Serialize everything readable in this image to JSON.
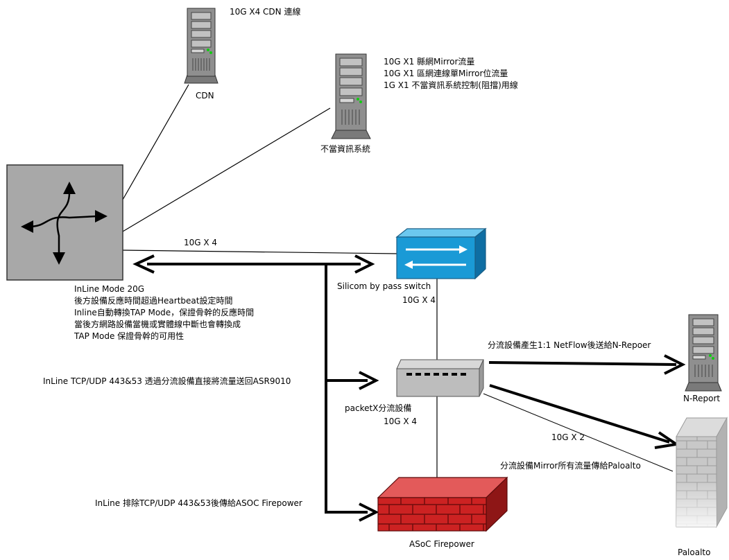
{
  "nodes": {
    "cdn": {
      "label": "CDN",
      "note": "10G X4 CDN 連線"
    },
    "improper": {
      "label": "不當資訊系統",
      "notes": [
        "10G X1 縣網Mirror流量",
        "10G X1 區網連線單Mirror位流量",
        "1G X1 不當資訊系統控制(阻擋)用線"
      ]
    },
    "router": {
      "notes": [
        "InLine Mode 20G",
        "後方設備反應時間超過Heartbeat設定時間",
        "Inline自動轉換TAP Mode，保證骨幹的反應時間",
        "當後方網路設備當機或實體線中斷也會轉換成",
        "TAP Mode 保證骨幹的可用性"
      ]
    },
    "bypass": {
      "label": "Silicom by pass switch"
    },
    "packetx": {
      "label": "packetX分流設備"
    },
    "nreport": {
      "label": "N-Report"
    },
    "paloalto": {
      "label": "Paloalto"
    },
    "firepower": {
      "label": "ASoC Firepower"
    }
  },
  "links": {
    "router_bypass": "10G X 4",
    "bypass_packetx": "10G X 4",
    "packetx_firepower": "10G X 4",
    "packetx_paloalto": "10G X 2"
  },
  "flows": {
    "to_nreport": "分流設備產生1:1 NetFlow後送給N-Repoer",
    "to_paloalto": "分流設備Mirror所有流量傳給Paloalto",
    "inline_443": "InLine TCP/UDP 443&53 透過分流設備直接將流量送回ASR9010",
    "inline_firepower": "InLine 排除TCP/UDP 443&53後傳給ASOC Firepower"
  },
  "colors": {
    "bypass": "#1a9ad6",
    "firewall": "#cc2222",
    "router": "#a8a8a8",
    "server": "#8f8f8f"
  }
}
